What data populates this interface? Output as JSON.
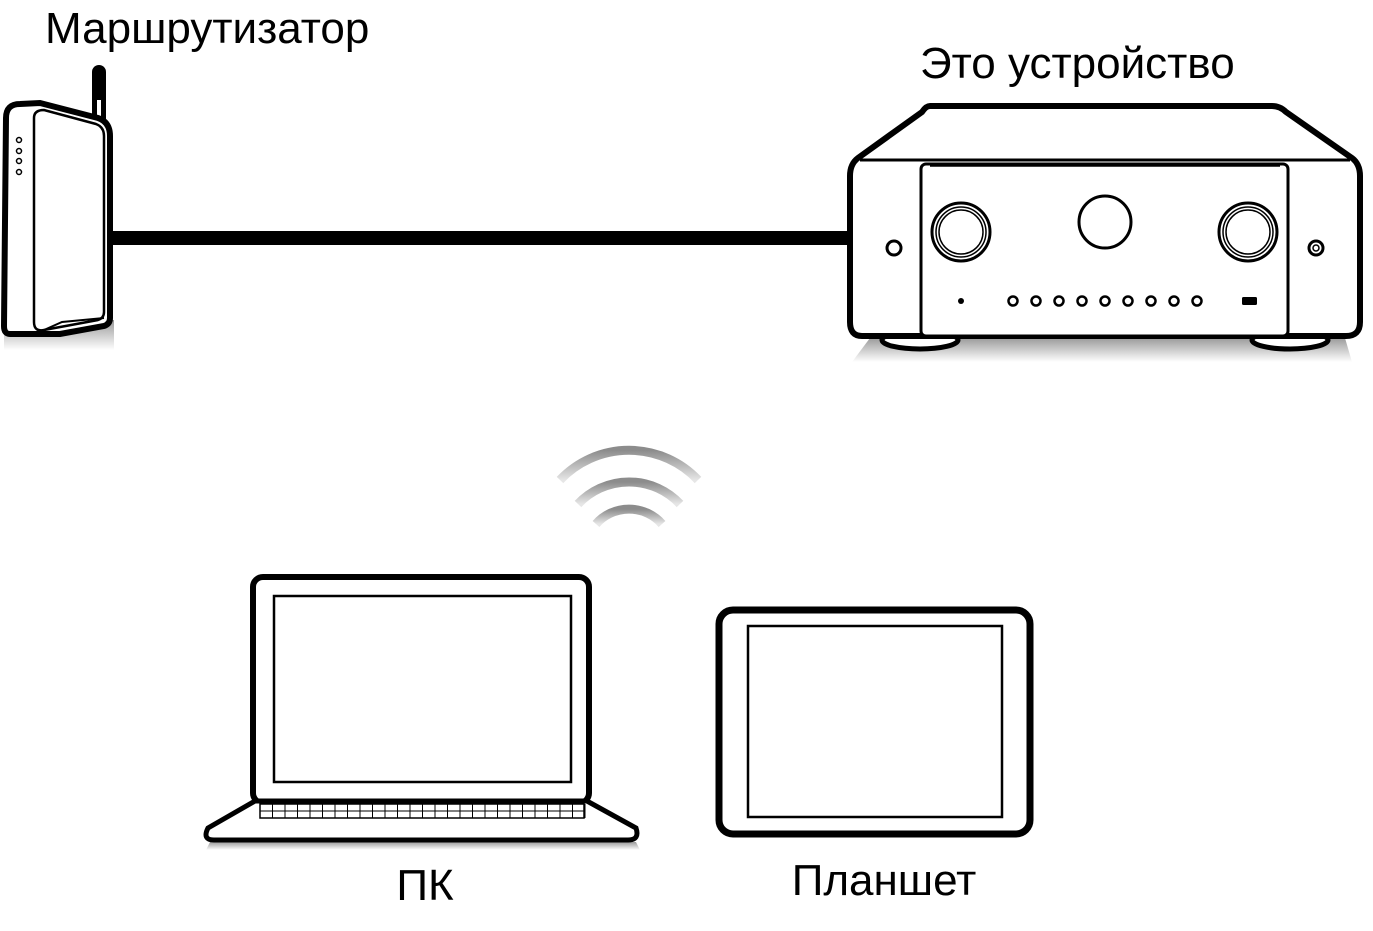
{
  "labels": {
    "router": "Маршрутизатор",
    "device": "Это устройство",
    "pc": "ПК",
    "tablet": "Планшет"
  },
  "colors": {
    "stroke": "#000000",
    "shadow": "#bdbdbd",
    "wifi": "#a0a0a0"
  },
  "receiver": {
    "led_count": 9
  }
}
